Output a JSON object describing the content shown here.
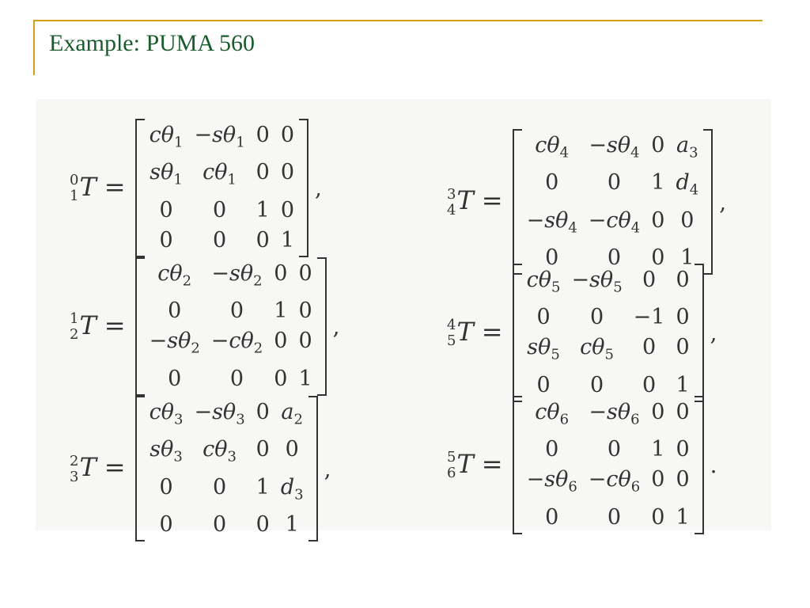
{
  "slide": {
    "title": "Example: PUMA 560"
  },
  "equations": [
    {
      "pre": "0",
      "post": "1",
      "symbol": "T",
      "equals": "=",
      "rows": [
        [
          "cθ1",
          "−sθ1",
          "0",
          "0"
        ],
        [
          "sθ1",
          "cθ1",
          "0",
          "0"
        ],
        [
          "0",
          "0",
          "1",
          "0"
        ],
        [
          "0",
          "0",
          "0",
          "1"
        ]
      ],
      "punct": ","
    },
    {
      "pre": "1",
      "post": "2",
      "symbol": "T",
      "equals": "=",
      "rows": [
        [
          "cθ2",
          "−sθ2",
          "0",
          "0"
        ],
        [
          "0",
          "0",
          "1",
          "0"
        ],
        [
          "−sθ2",
          "−cθ2",
          "0",
          "0"
        ],
        [
          "0",
          "0",
          "0",
          "1"
        ]
      ],
      "punct": ","
    },
    {
      "pre": "2",
      "post": "3",
      "symbol": "T",
      "equals": "=",
      "rows": [
        [
          "cθ3",
          "−sθ3",
          "0",
          "a2"
        ],
        [
          "sθ3",
          "cθ3",
          "0",
          "0"
        ],
        [
          "0",
          "0",
          "1",
          "d3"
        ],
        [
          "0",
          "0",
          "0",
          "1"
        ]
      ],
      "punct": ","
    },
    {
      "pre": "3",
      "post": "4",
      "symbol": "T",
      "equals": "=",
      "rows": [
        [
          "cθ4",
          "−sθ4",
          "0",
          "a3"
        ],
        [
          "0",
          "0",
          "1",
          "d4"
        ],
        [
          "−sθ4",
          "−cθ4",
          "0",
          "0"
        ],
        [
          "0",
          "0",
          "0",
          "1"
        ]
      ],
      "punct": ","
    },
    {
      "pre": "4",
      "post": "5",
      "symbol": "T",
      "equals": "=",
      "rows": [
        [
          "cθ5",
          "−sθ5",
          "0",
          "0"
        ],
        [
          "0",
          "0",
          "−1",
          "0"
        ],
        [
          "sθ5",
          "cθ5",
          "0",
          "0"
        ],
        [
          "0",
          "0",
          "0",
          "1"
        ]
      ],
      "punct": ","
    },
    {
      "pre": "5",
      "post": "6",
      "symbol": "T",
      "equals": "=",
      "rows": [
        [
          "cθ6",
          "−sθ6",
          "0",
          "0"
        ],
        [
          "0",
          "0",
          "1",
          "0"
        ],
        [
          "−sθ6",
          "−cθ6",
          "0",
          "0"
        ],
        [
          "0",
          "0",
          "0",
          "1"
        ]
      ],
      "punct": "."
    }
  ]
}
